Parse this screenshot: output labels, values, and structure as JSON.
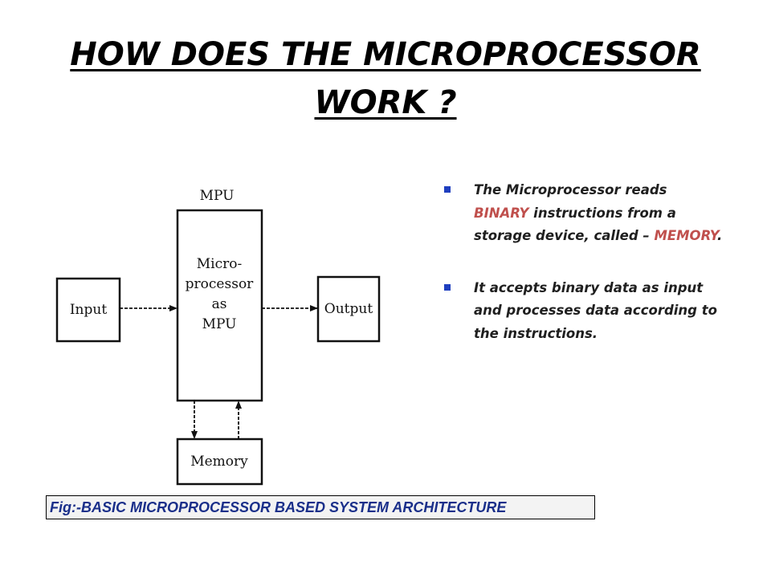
{
  "title": {
    "line1": "HOW DOES THE MICROPROCESSOR",
    "line2": "WORK ?"
  },
  "diagram": {
    "mpu_label": "MPU",
    "processor_lines": [
      "Micro-",
      "processor",
      "as",
      "MPU"
    ],
    "input_label": "Input",
    "output_label": "Output",
    "memory_label": "Memory"
  },
  "bullets": [
    {
      "before": "The Microprocessor reads ",
      "highlight1": "BINARY",
      "middle": " instructions from a storage device, called – ",
      "highlight2": "MEMORY",
      "after": "."
    },
    {
      "text": "It accepts binary data as input and processes data according to the instructions."
    }
  ],
  "colors": {
    "highlight": "#c0504d",
    "bullet": "#1f3fbf",
    "caption_text": "#1a2f8a"
  },
  "caption": "Fig:-BASIC MICROPROCESSOR  BASED SYSTEM ARCHITECTURE"
}
